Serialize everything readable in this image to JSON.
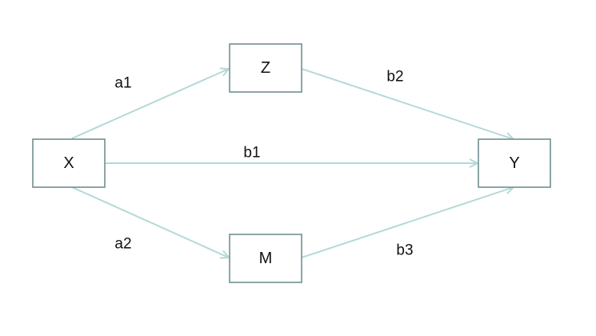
{
  "colors": {
    "box_border": "#6f8f8f",
    "arrow": "#b5d8d8",
    "text": "#111111",
    "background": "#ffffff"
  },
  "nodes": {
    "x": "X",
    "z": "Z",
    "m": "M",
    "y": "Y"
  },
  "edges": {
    "a1": "a1",
    "a2": "a2",
    "b1": "b1",
    "b2": "b2",
    "b3": "b3"
  }
}
